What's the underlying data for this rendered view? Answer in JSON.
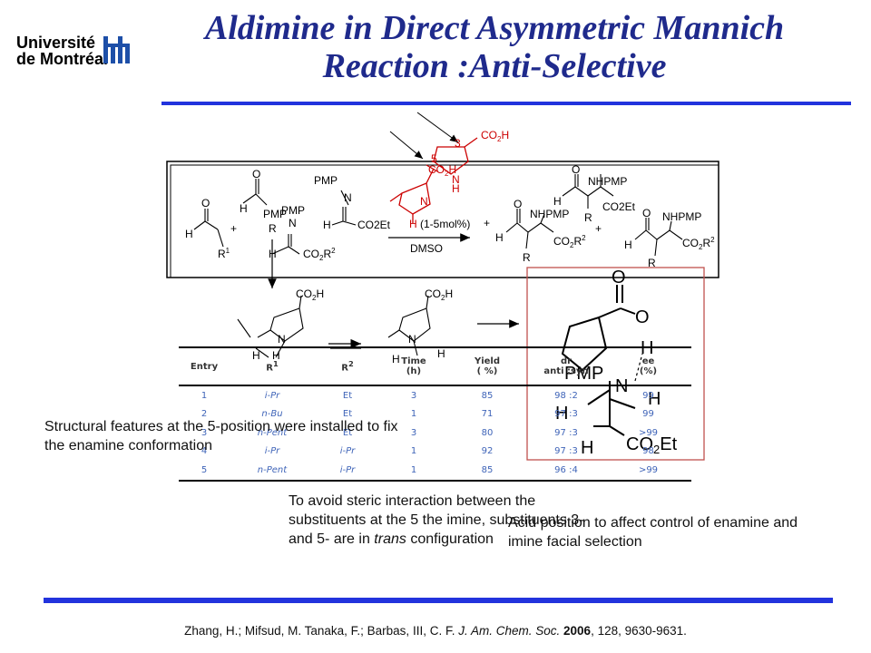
{
  "logo": {
    "line1": "Université",
    "line2": "de Montréal"
  },
  "title": {
    "line1": "Aldimine in Direct Asymmetric Mannich",
    "line2": "Reaction :Anti-Selective"
  },
  "scheme": {
    "catalyst_loading": "(1-5mol%)",
    "solvent": "DMSO",
    "position_5": "5",
    "position_3": "3"
  },
  "table": {
    "headers": {
      "entry": "Entry",
      "r1": "R1",
      "r2": "R2",
      "time": "Time",
      "time_unit": "(h)",
      "yield": "Yield",
      "yield_unit": "( %)",
      "dr": "dr",
      "dr_sub": "anti :syn",
      "ee": "ee",
      "ee_unit": "(%)"
    },
    "rows": [
      {
        "entry": "1",
        "r1": "i-Pr",
        "r2": "Et",
        "time": "3",
        "yield": "85",
        "dr": "98 :2",
        "ee": "99"
      },
      {
        "entry": "2",
        "r1": "n-Bu",
        "r2": "Et",
        "time": "1",
        "yield": "71",
        "dr": "97 :3",
        "ee": "99"
      },
      {
        "entry": "3",
        "r1": "n-Pent",
        "r2": "Et",
        "time": "3",
        "yield": "80",
        "dr": "97 :3",
        "ee": ">99"
      },
      {
        "entry": "4",
        "r1": "i-Pr",
        "r2": "i-Pr",
        "time": "1",
        "yield": "92",
        "dr": "97 :3",
        "ee": "98"
      },
      {
        "entry": "5",
        "r1": "n-Pent",
        "r2": "i-Pr",
        "time": "1",
        "yield": "85",
        "dr": "96 :4",
        "ee": ">99"
      }
    ]
  },
  "notes": {
    "left": "Structural features at the 5-position were installed to fix the enamine conformation",
    "middle_prefix": "To avoid steric interaction between the substituents at the 5 the imine, substituents 3- and 5- are in",
    "middle_italic": "trans",
    "middle_suffix": "configuration",
    "right": "Acid position to affect control of enamine and imine facial selection"
  },
  "ts_labels": {
    "pmp": "PMP",
    "n": "N",
    "h": "H",
    "co2et": "CO2Et",
    "o": "O"
  },
  "citation": {
    "authors": "Zhang, H.; Mifsud, M. Tanaka, F.; Barbas, III, C. F.",
    "journal": "J. Am. Chem. Soc.",
    "year": "2006",
    "rest": ", 128, 9630-9631."
  },
  "colors": {
    "title": "#1f2a8c",
    "rule": "#2233dd",
    "catalyst_red": "#cc0000",
    "table_values": "#3f64b8",
    "ts_box": "#c0504d"
  }
}
